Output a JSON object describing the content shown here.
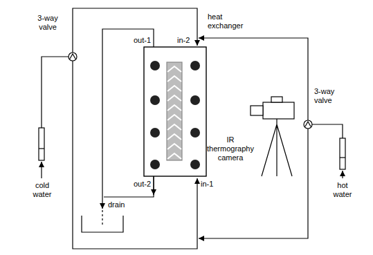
{
  "diagram": {
    "labels": [
      "3-way valve",
      "out-1",
      "in-2",
      "heat exchanger",
      "3-way valve",
      "IR thermography camera",
      "out-2",
      "in-1",
      "drain",
      "cold water",
      "hot water"
    ]
  }
}
